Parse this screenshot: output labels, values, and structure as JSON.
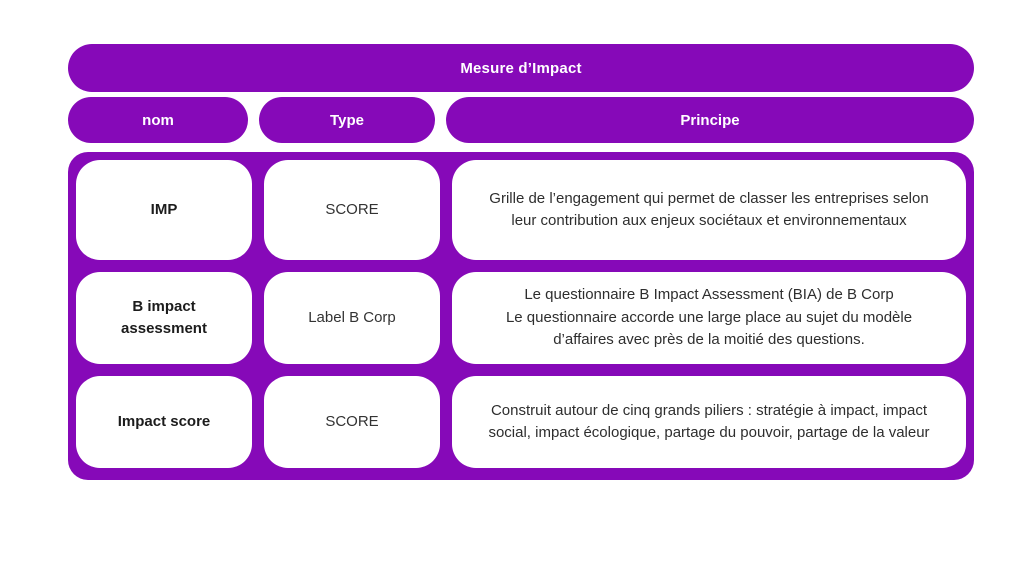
{
  "colors": {
    "accent_purple": "#8609B8",
    "cell_background": "#ffffff",
    "header_text": "#ffffff",
    "name_text": "#1c1c1c",
    "body_text": "#2e2e2e"
  },
  "table": {
    "title": "Mesure d’Impact",
    "columns": [
      "nom",
      "Type",
      "Principe"
    ],
    "rows": [
      {
        "nom": "IMP",
        "type": "SCORE",
        "principe": "Grille de l’engagement qui permet de classer les entreprises selon leur contribution aux enjeux sociétaux et environnementaux"
      },
      {
        "nom": "B impact assessment",
        "type": "Label B Corp",
        "principe": "Le questionnaire B Impact Assessment (BIA) de B Corp\nLe questionnaire accorde une large place au sujet du modèle d’affaires avec près de la moitié des questions."
      },
      {
        "nom": "Impact score",
        "type": "SCORE",
        "principe": "Construit autour de cinq grands piliers : stratégie à impact, impact social, impact écologique, partage du pouvoir, partage de la valeur"
      }
    ]
  }
}
